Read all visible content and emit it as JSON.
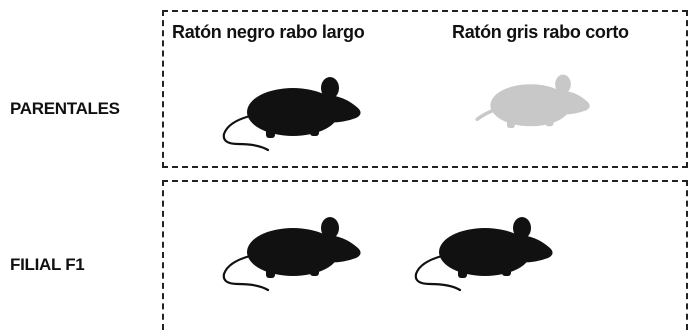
{
  "rows": {
    "parentales": "PARENTALES",
    "f1": "FILIAL F1"
  },
  "columns": {
    "black_long_tail": "Ratón negro rabo largo",
    "grey_short_tail": "Ratón gris rabo corto"
  },
  "colors": {
    "black_mouse": "#111111",
    "grey_mouse": "#c8c8c8",
    "border": "#222222"
  },
  "mice": {
    "parentales": [
      "black-long-tail",
      "grey-short-tail"
    ],
    "f1": [
      "black-long-tail",
      "black-long-tail"
    ]
  }
}
